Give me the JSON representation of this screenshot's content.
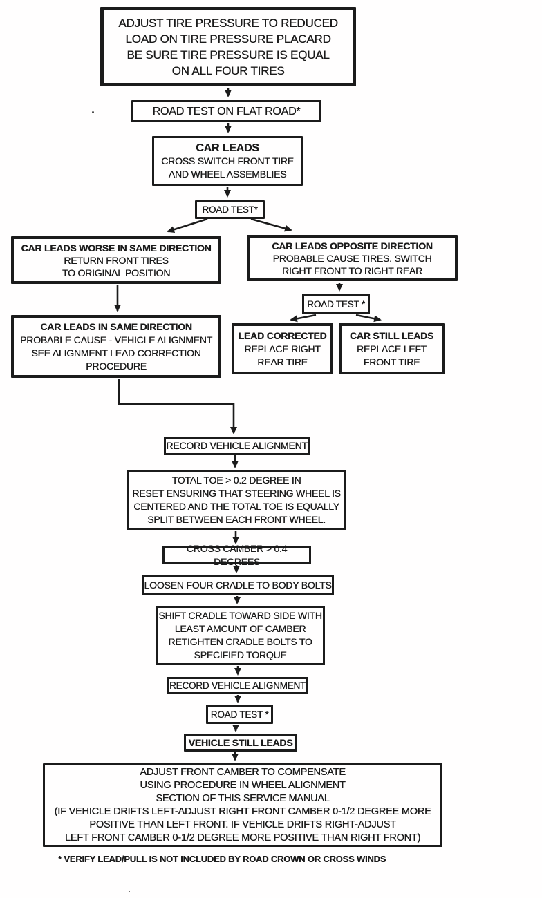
{
  "colors": {
    "ink": "#1b1b1b",
    "paper": "#fffefe"
  },
  "flowchart": {
    "adjust_pressure": {
      "lines": [
        "ADJUST TIRE PRESSURE TO REDUCED",
        "LOAD ON TIRE PRESSURE PLACARD",
        "BE SURE TIRE PRESSURE IS EQUAL",
        "ON ALL FOUR TIRES"
      ]
    },
    "road_test_flat": {
      "label": "ROAD TEST ON FLAT ROAD*"
    },
    "car_leads": {
      "title": "CAR LEADS",
      "lines": [
        "CROSS SWITCH FRONT TIRE",
        "AND WHEEL ASSEMBLIES"
      ]
    },
    "road_test_1": {
      "label": "ROAD TEST*"
    },
    "leads_worse": {
      "title": "CAR LEADS WORSE IN SAME DIRECTION",
      "lines": [
        "RETURN FRONT TIRES",
        "TO ORIGINAL POSITION"
      ]
    },
    "leads_opposite": {
      "title": "CAR LEADS OPPOSITE DIRECTION",
      "lines": [
        "PROBABLE CAUSE TIRES. SWITCH",
        "RIGHT FRONT TO RIGHT REAR"
      ]
    },
    "road_test_2": {
      "label": "ROAD TEST *"
    },
    "lead_corrected": {
      "title": "LEAD CORRECTED",
      "lines": [
        "REPLACE RIGHT",
        "REAR TIRE"
      ]
    },
    "car_still_leads": {
      "title": "CAR STILL LEADS",
      "lines": [
        "REPLACE LEFT",
        "FRONT TIRE"
      ]
    },
    "leads_same": {
      "title": "CAR LEADS IN SAME DIRECTION",
      "lines": [
        "PROBABLE CAUSE - VEHICLE ALIGNMENT",
        "SEE ALIGNMENT LEAD CORRECTION",
        "PROCEDURE"
      ]
    },
    "record_alignment_1": {
      "label": "RECORD VEHICLE ALIGNMENT"
    },
    "total_toe": {
      "lines": [
        "TOTAL TOE > 0.2 DEGREE IN",
        "RESET ENSURING THAT STEERING WHEEL IS",
        "CENTERED AND THE TOTAL TOE IS EQUALLY",
        "SPLIT BETWEEN EACH FRONT WHEEL."
      ]
    },
    "cross_camber": {
      "label": "CROSS CAMBER > 0.4 DEGREES"
    },
    "loosen_bolts": {
      "label": "LOOSEN FOUR CRADLE TO BODY BOLTS"
    },
    "shift_cradle": {
      "lines": [
        "SHIFT CRADLE TOWARD SIDE WITH",
        "LEAST AMCUNT OF CAMBER",
        "RETIGHTEN CRADLE BOLTS TO",
        "SPECIFIED TORQUE"
      ]
    },
    "record_alignment_2": {
      "label": "RECORD VEHICLE ALIGNMENT"
    },
    "road_test_3": {
      "label": "ROAD TEST *"
    },
    "vehicle_still_leads": {
      "label": "VEHICLE STILL LEADS"
    },
    "adjust_camber": {
      "lines": [
        "ADJUST FRONT CAMBER TO COMPENSATE",
        "USING PROCEDURE IN WHEEL ALIGNMENT",
        "SECTION OF THIS SERVICE MANUAL",
        "(IF VEHICLE DRIFTS LEFT-ADJUST RIGHT FRONT CAMBER 0-1/2 DEGREE MORE",
        "POSITIVE THAN LEFT FRONT. IF VEHICLE DRIFTS RIGHT-ADJUST",
        "LEFT FRONT CAMBER 0-1/2 DEGREE MORE POSITIVE THAN RIGHT FRONT)"
      ]
    },
    "footnote": "* VERIFY LEAD/PULL IS NOT INCLUDED BY ROAD CROWN OR CROSS WINDS"
  }
}
